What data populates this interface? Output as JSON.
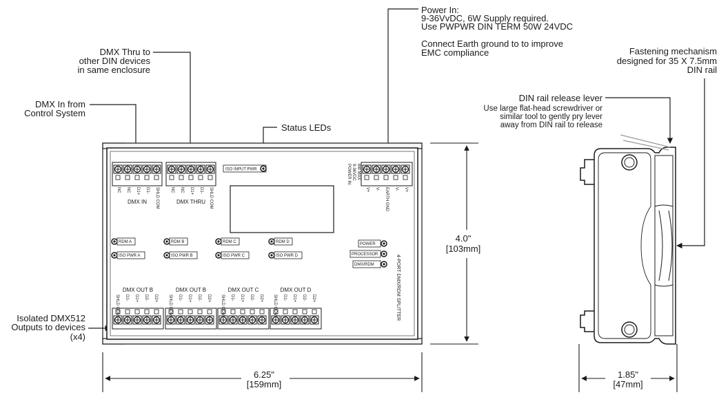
{
  "callouts": {
    "power_in": {
      "title": "Power In:",
      "line1": "9-36VvDC, 6W Supply required.",
      "line2": "Use PWPWR DIN TERM 50W 24VDC",
      "line3": "Connect Earth ground to to improve",
      "line4": "EMC compliance"
    },
    "dmx_thru": {
      "line1": "DMX Thru to",
      "line2": "other DIN devices",
      "line3": "in same enclosure"
    },
    "dmx_in": {
      "line1": "DMX In from",
      "line2": "Control System"
    },
    "status_leds": "Status LEDs",
    "isolated_outputs": {
      "line1": "Isolated DMX512",
      "line2": "Outputs to devices",
      "line3": "(x4)"
    },
    "fastening": {
      "line1": "Fastening mechanism",
      "line2": "designed for 35 X 7.5mm",
      "line3": "DIN rail"
    },
    "din_release": {
      "title": "DIN rail release lever",
      "line1": "Use large flat-head screwdriver or",
      "line2": "similar tool to gently pry lever",
      "line3": "away from DIN rail to release"
    }
  },
  "device": {
    "dmx_in_pins": [
      "NC",
      "NC",
      "D1+",
      "D1-",
      "SHLD COM"
    ],
    "dmx_in_label": "DMX IN",
    "dmx_thru_pins": [
      "NC",
      "NC",
      "D1+",
      "D1-",
      "SHLD COM"
    ],
    "dmx_thru_label": "DMX THRU",
    "power_pins": [
      "V+",
      "V-",
      "EARTH GND",
      "V-",
      "V+"
    ],
    "power_block_label_1": "POWER IN",
    "power_block_label_2": "9-36VDC",
    "power_block_label_3": "6W MAX",
    "iso_input_pwr": "ISO INPUT PWR",
    "rdm_leds": [
      "RDM A",
      "RDM B",
      "RDM C",
      "RDM D"
    ],
    "iso_pwr_leds": [
      "ISO PWR A",
      "ISO PWR B",
      "ISO PWR C",
      "ISO PWR D"
    ],
    "status_labels": [
      "POWER",
      "PROCESSOR",
      "DMX/RDM"
    ],
    "side_text": "4-PORT DMX/RDM SPLITTER",
    "out_labels": [
      "DMX OUT B",
      "DMX OUT B",
      "DMX OUT C",
      "DMX OUT D"
    ],
    "out_pins": [
      "SHLD COM",
      "D1-",
      "D1+",
      "D2-",
      "D2+"
    ]
  },
  "dimensions": {
    "height_in": "4.0\"",
    "height_mm": "[103mm]",
    "width_in": "6.25\"",
    "width_mm": "[159mm]",
    "depth_in": "1.85\"",
    "depth_mm": "[47mm]"
  }
}
